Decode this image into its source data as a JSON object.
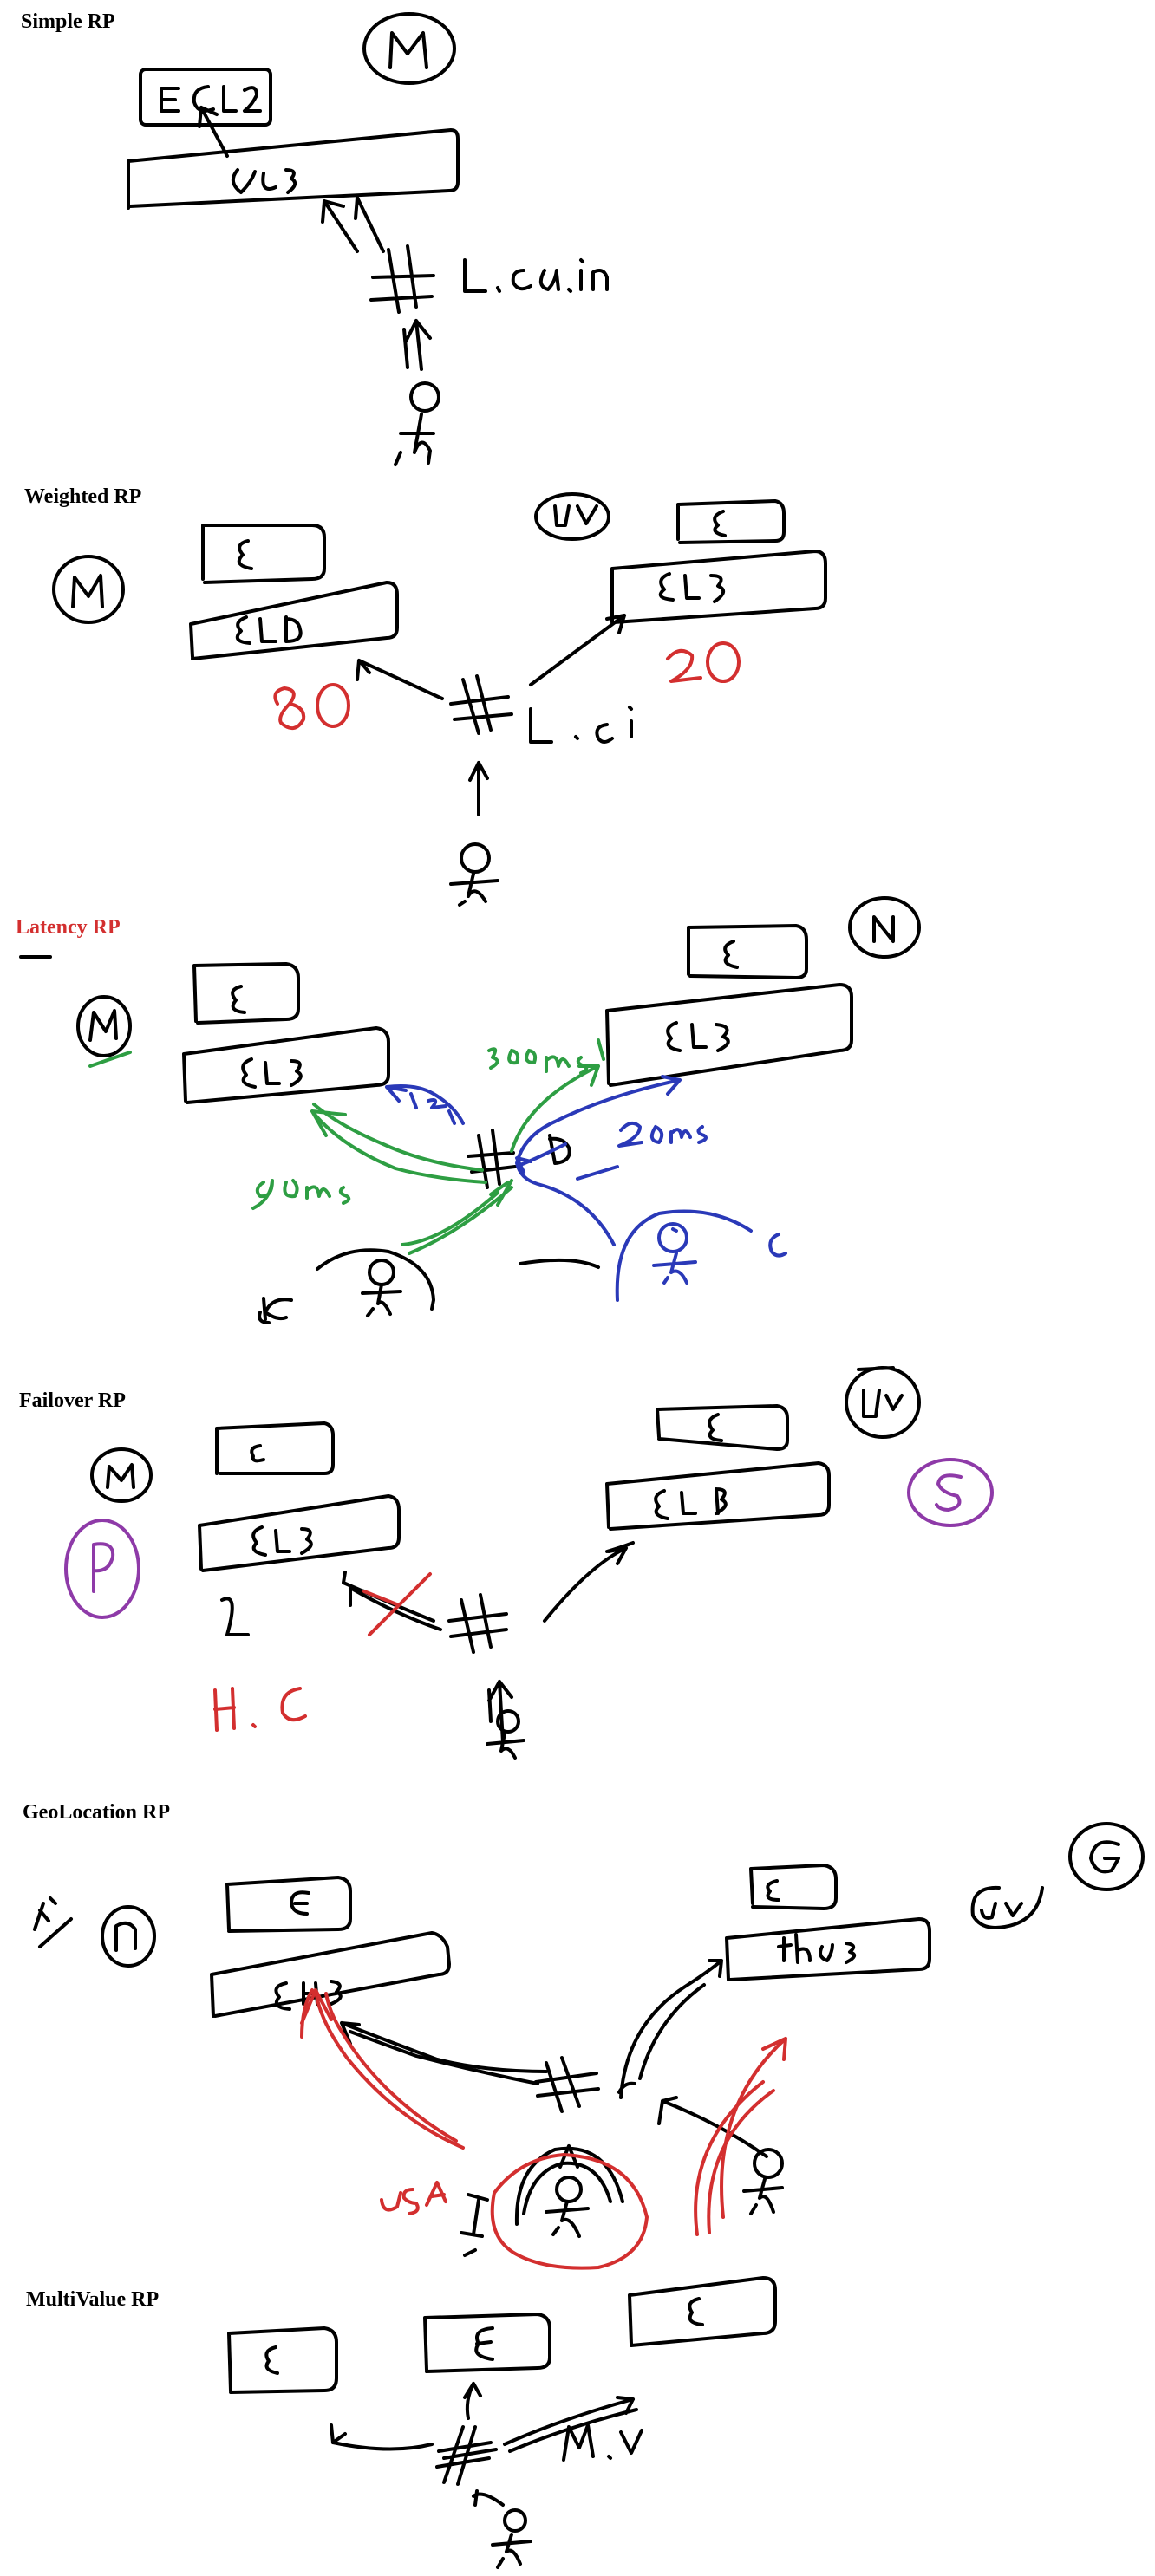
{
  "sections": {
    "simple": {
      "title": "Simple RP"
    },
    "weighted": {
      "title": "Weighted RP"
    },
    "latency": {
      "title": "Latency RP"
    },
    "failover": {
      "title": "Failover RP"
    },
    "geolocation": {
      "title": "GeoLocation RP"
    },
    "multivalue": {
      "title": "MultiValue RP"
    }
  },
  "colors": {
    "ink": "#000000",
    "red": "#d32f2f",
    "green": "#2e9e43",
    "blue": "#2a39b8",
    "purple": "#8e3aa8"
  }
}
